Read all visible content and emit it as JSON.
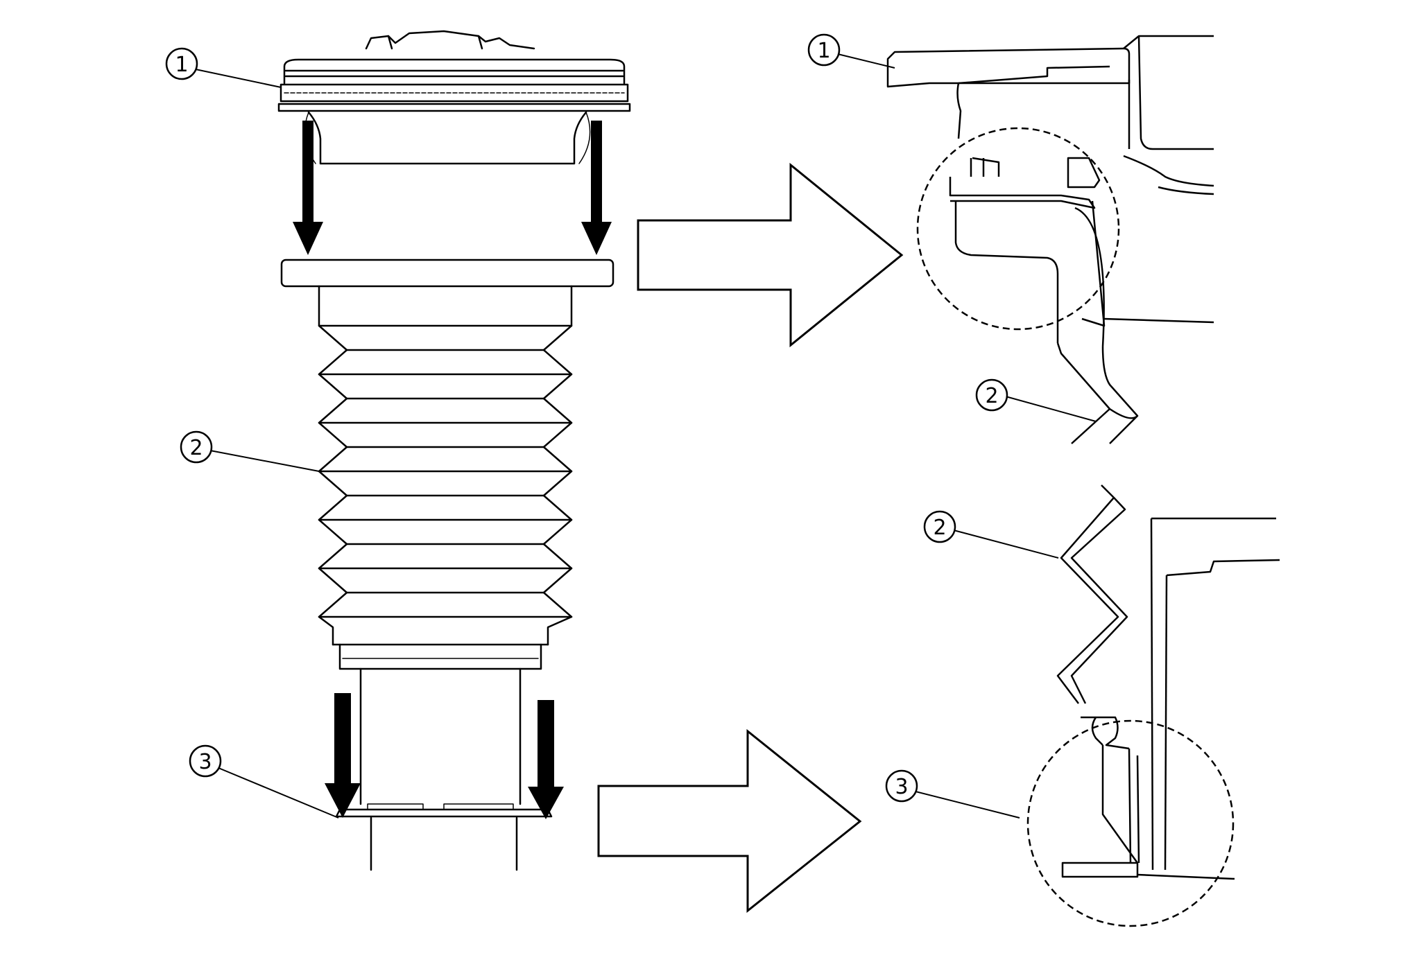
{
  "callouts": {
    "main_top": "1",
    "main_middle": "2",
    "main_bottom": "3",
    "detail_top_a": "1",
    "detail_top_b": "2",
    "detail_bottom_a": "2",
    "detail_bottom_b": "3"
  },
  "colors": {
    "line": "#000000",
    "background": "#ffffff"
  }
}
